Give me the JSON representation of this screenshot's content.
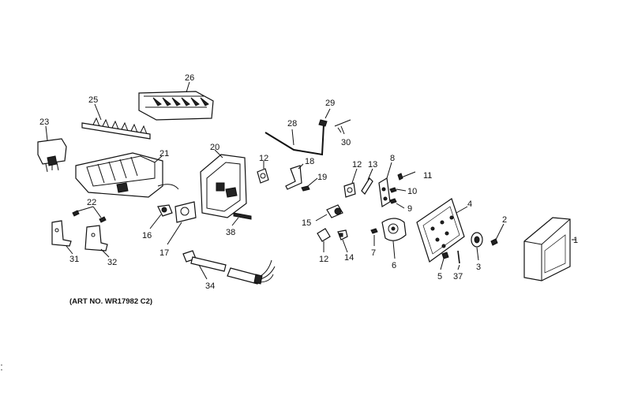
{
  "diagram": {
    "art_number": "(ART NO. WR17982 C2)",
    "callouts": [
      {
        "id": "c1",
        "text": "1"
      },
      {
        "id": "c2",
        "text": "2"
      },
      {
        "id": "c3",
        "text": "3"
      },
      {
        "id": "c4",
        "text": "4"
      },
      {
        "id": "c5",
        "text": "5"
      },
      {
        "id": "c6",
        "text": "6"
      },
      {
        "id": "c7",
        "text": "7"
      },
      {
        "id": "c8",
        "text": "8"
      },
      {
        "id": "c9",
        "text": "9"
      },
      {
        "id": "c10",
        "text": "10"
      },
      {
        "id": "c11",
        "text": "11"
      },
      {
        "id": "c12a",
        "text": "12"
      },
      {
        "id": "c12b",
        "text": "12"
      },
      {
        "id": "c12c",
        "text": "12"
      },
      {
        "id": "c13",
        "text": "13"
      },
      {
        "id": "c14",
        "text": "14"
      },
      {
        "id": "c15",
        "text": "15"
      },
      {
        "id": "c16",
        "text": "16"
      },
      {
        "id": "c17",
        "text": "17"
      },
      {
        "id": "c18",
        "text": "18"
      },
      {
        "id": "c19",
        "text": "19"
      },
      {
        "id": "c20",
        "text": "20"
      },
      {
        "id": "c21",
        "text": "21"
      },
      {
        "id": "c22",
        "text": "22"
      },
      {
        "id": "c23",
        "text": "23"
      },
      {
        "id": "c25",
        "text": "25"
      },
      {
        "id": "c26",
        "text": "26"
      },
      {
        "id": "c28",
        "text": "28"
      },
      {
        "id": "c29",
        "text": "29"
      },
      {
        "id": "c30",
        "text": "30"
      },
      {
        "id": "c31",
        "text": "31"
      },
      {
        "id": "c32",
        "text": "32"
      },
      {
        "id": "c34",
        "text": "34"
      },
      {
        "id": "c37",
        "text": "37"
      },
      {
        "id": "c38",
        "text": "38"
      }
    ]
  }
}
